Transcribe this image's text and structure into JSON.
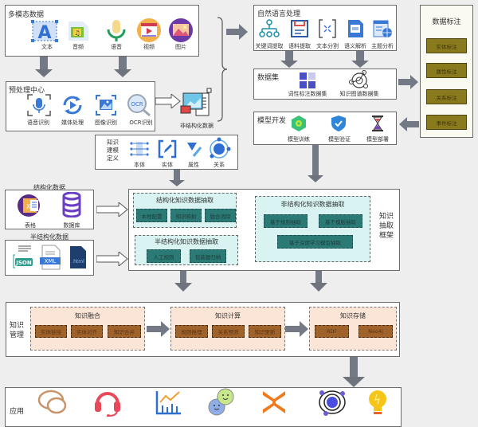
{
  "multimodal": {
    "title": "多模态数据",
    "items": [
      {
        "label": "文本",
        "icon": "text-icon"
      },
      {
        "label": "音频",
        "icon": "audio-file-icon"
      },
      {
        "label": "语音",
        "icon": "microphone-icon"
      },
      {
        "label": "视频",
        "icon": "video-icon"
      },
      {
        "label": "图片",
        "icon": "image-icon"
      }
    ]
  },
  "preprocess": {
    "title": "预处理中心",
    "items": [
      {
        "label": "语音识别",
        "icon": "voice-recognition-icon"
      },
      {
        "label": "媒体处理",
        "icon": "media-processing-icon"
      },
      {
        "label": "图像识别",
        "icon": "image-recognition-icon"
      },
      {
        "label": "OCR识别",
        "icon": "ocr-icon"
      }
    ]
  },
  "unstructured": {
    "label": "非结构化数据"
  },
  "nlp": {
    "title": "自然语言处理",
    "items": [
      {
        "label": "关键词提取"
      },
      {
        "label": "语料提取"
      },
      {
        "label": "文本分割"
      },
      {
        "label": "语义解析"
      },
      {
        "label": "主题分析"
      }
    ]
  },
  "dataset": {
    "title": "数据集",
    "items": [
      {
        "label": "词性标注数据集"
      },
      {
        "label": "知识图谱数据集"
      }
    ]
  },
  "model_dev": {
    "title": "模型开发",
    "items": [
      {
        "label": "模型训练"
      },
      {
        "label": "模型验证"
      },
      {
        "label": "模型部署"
      }
    ]
  },
  "annotation": {
    "title": "数据标注",
    "items": [
      "实体标注",
      "属性标注",
      "关系标注",
      "事件标注"
    ]
  },
  "modeling": {
    "title_lines": [
      "知识",
      "建模",
      "定义"
    ],
    "items": [
      {
        "label": "本体"
      },
      {
        "label": "实体"
      },
      {
        "label": "属性"
      },
      {
        "label": "关系"
      }
    ]
  },
  "structured": {
    "title": "结构化数据",
    "items": [
      {
        "label": "表格"
      },
      {
        "label": "数据库"
      }
    ]
  },
  "semi_structured": {
    "title": "半结构化数据",
    "items": [
      {
        "label": "JSON"
      },
      {
        "label": "XML"
      },
      {
        "label": ".html"
      }
    ]
  },
  "extraction": {
    "side_title_lines": [
      "知识",
      "抽取",
      "框架"
    ],
    "structured": {
      "title": "结构化知识数据抽取",
      "items": [
        "本地配置",
        "知识映射",
        "融合消除"
      ]
    },
    "semi": {
      "title": "半结构化知识数据抽取",
      "items": [
        "人工规则",
        "包装器归纳"
      ]
    },
    "unstructured": {
      "title": "非结构化知识数据抽取",
      "items": [
        "基于规则抽取",
        "基于模版抽取",
        "基于深度学习模型抽取"
      ]
    }
  },
  "management": {
    "side_title_lines": [
      "知识",
      "管理"
    ],
    "fusion": {
      "title": "知识融合",
      "items": [
        "实体链接",
        "实体对齐",
        "知识合并"
      ]
    },
    "compute": {
      "title": "知识计算",
      "items": [
        "规则推理",
        "关系预测",
        "知识更新"
      ]
    },
    "storage": {
      "title": "知识存储",
      "items": [
        "RDF",
        "Neo4j"
      ]
    }
  },
  "application": {
    "title": "应用",
    "icons": [
      "chat-bubbles-icon",
      "headset-icon",
      "analytics-chart-icon",
      "smiley-faces-icon",
      "converge-arrows-icon",
      "orbit-icon",
      "lightbulb-icon"
    ]
  }
}
